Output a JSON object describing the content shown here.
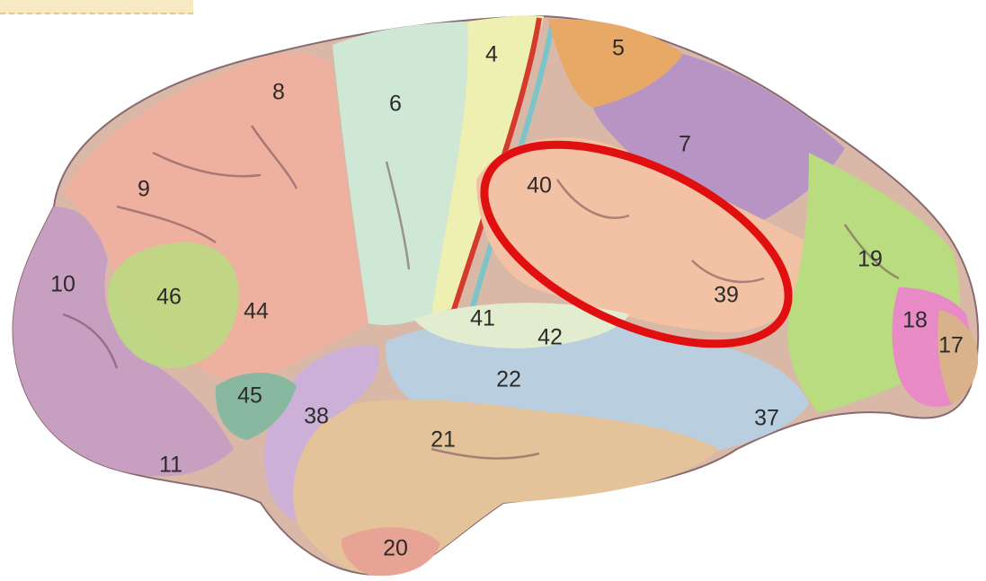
{
  "diagram": {
    "colors": {
      "frontal_pink": "#efb19f",
      "premotor_green": "#cfe8d6",
      "motor_yellow": "#eef0b2",
      "sensory_orange": "#e8a866",
      "parietal_purple": "#b894c4",
      "occipital_lime": "#b9dc80",
      "temporal_tan": "#e4c39a",
      "temporal_blue": "#b9cfe0",
      "prefrontal_mauve": "#c7a0c1",
      "highlight_ring": "#e01010"
    },
    "areas": [
      {
        "id": "area-4",
        "label": "4"
      },
      {
        "id": "area-5",
        "label": "5"
      },
      {
        "id": "area-8",
        "label": "8"
      },
      {
        "id": "area-6",
        "label": "6"
      },
      {
        "id": "area-7",
        "label": "7"
      },
      {
        "id": "area-9",
        "label": "9"
      },
      {
        "id": "area-40",
        "label": "40"
      },
      {
        "id": "area-10",
        "label": "10"
      },
      {
        "id": "area-46",
        "label": "46"
      },
      {
        "id": "area-44",
        "label": "44"
      },
      {
        "id": "area-39",
        "label": "39"
      },
      {
        "id": "area-19",
        "label": "19"
      },
      {
        "id": "area-41",
        "label": "41"
      },
      {
        "id": "area-42",
        "label": "42"
      },
      {
        "id": "area-18",
        "label": "18"
      },
      {
        "id": "area-17",
        "label": "17"
      },
      {
        "id": "area-22",
        "label": "22"
      },
      {
        "id": "area-45",
        "label": "45"
      },
      {
        "id": "area-38",
        "label": "38"
      },
      {
        "id": "area-37",
        "label": "37"
      },
      {
        "id": "area-21",
        "label": "21"
      },
      {
        "id": "area-11",
        "label": "11"
      },
      {
        "id": "area-20",
        "label": "20"
      }
    ]
  }
}
